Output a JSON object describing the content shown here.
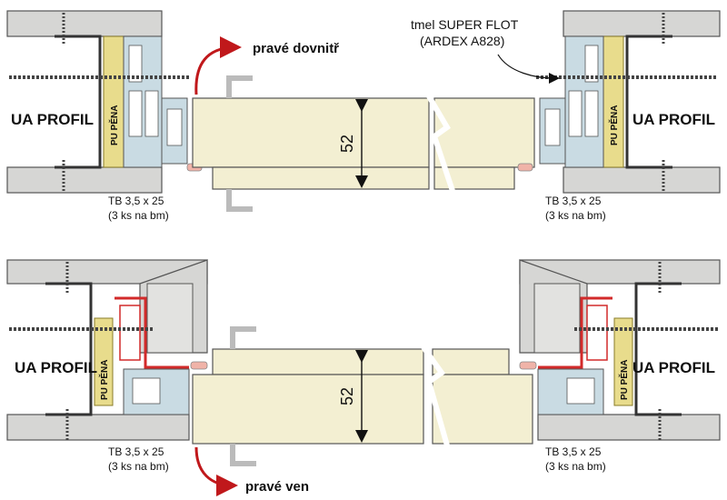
{
  "colors": {
    "wall": "#d6d6d4",
    "wall_stroke": "#555555",
    "leaf": "#f3efd2",
    "profile": "#c9dbe3",
    "foam": "#e8dc8c",
    "red_profile": "#d22a2a",
    "arrow": "#c0181b",
    "sealant": "#f0b3a8"
  },
  "top": {
    "direction_label": "pravé dovnitř",
    "sealant_note_line1": "tmel SUPER FLOT",
    "sealant_note_line2": "(ARDEX A828)",
    "left": {
      "ua_label": "UA PROFIL",
      "foam_label": "PU PĚNA",
      "screw_line1": "TB 3,5 x 25",
      "screw_line2": "(3 ks na bm)"
    },
    "right": {
      "ua_label": "UA PROFIL",
      "foam_label": "PU PĚNA",
      "screw_line1": "TB 3,5 x 25",
      "screw_line2": "(3 ks na bm)"
    },
    "dimension": "52"
  },
  "bottom": {
    "direction_label": "pravé ven",
    "left": {
      "ua_label": "UA PROFIL",
      "foam_label": "PU PĚNA",
      "screw_line1": "TB 3,5 x 25",
      "screw_line2": "(3 ks na bm)"
    },
    "right": {
      "ua_label": "UA PROFIL",
      "foam_label": "PU PĚNA",
      "screw_line1": "TB 3,5 x 25",
      "screw_line2": "(3 ks na bm)"
    },
    "dimension": "52"
  }
}
